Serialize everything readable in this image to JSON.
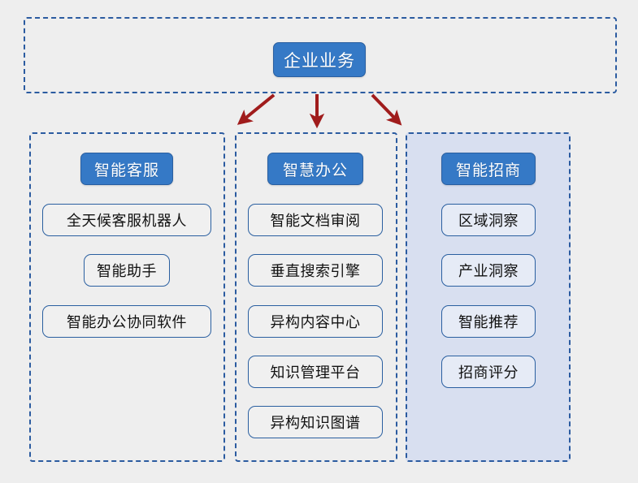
{
  "diagram": {
    "type": "hierarchy",
    "root": {
      "label": "企业业务"
    },
    "colors": {
      "page_background": "#eeeeee",
      "node_fill": "#3579c6",
      "node_text": "#ffffff",
      "dashed_border": "#2b5ba0",
      "item_border": "#2a5fa0",
      "item_fill": "#f0f0f0",
      "highlight_column_fill": "#d8dff0",
      "arrow": "#a01c1c"
    },
    "connectors": [
      {
        "name": "arrow-to-left-branch",
        "direction": "down-left"
      },
      {
        "name": "arrow-to-middle-branch",
        "direction": "down"
      },
      {
        "name": "arrow-to-right-branch",
        "direction": "down-right"
      }
    ],
    "branches": [
      {
        "id": "branch-1",
        "header": "智能客服",
        "highlighted": false,
        "items": [
          "全天候客服机器人",
          "智能助手",
          "智能办公协同软件"
        ]
      },
      {
        "id": "branch-2",
        "header": "智慧办公",
        "highlighted": false,
        "items": [
          "智能文档审阅",
          "垂直搜索引擎",
          "异构内容中心",
          "知识管理平台",
          "异构知识图谱"
        ]
      },
      {
        "id": "branch-3",
        "header": "智能招商",
        "highlighted": true,
        "items": [
          "区域洞察",
          "产业洞察",
          "智能推荐",
          "招商评分"
        ]
      }
    ]
  }
}
